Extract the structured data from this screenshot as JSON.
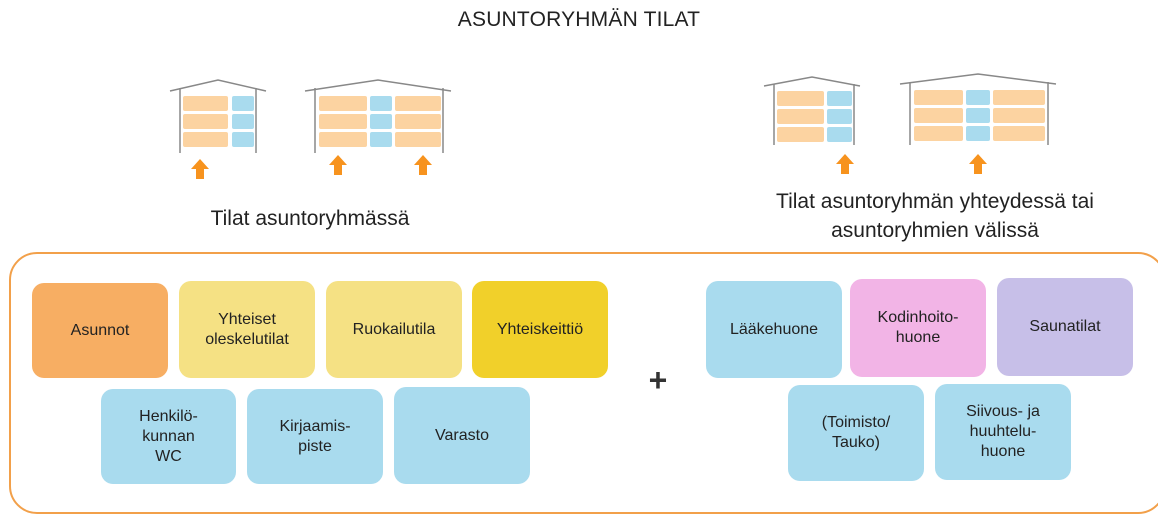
{
  "title": "ASUNTORYHMÄN TILAT",
  "captions": {
    "left": "Tilat asuntoryhmässä",
    "right_line1": "Tilat asuntoryhmän yhteydessä tai",
    "right_line2": "asuntoryhmien välissä"
  },
  "plus_sign": "+",
  "colors": {
    "apartment": "#fcd3a1",
    "common": "#a9dbee",
    "roof": "#888888",
    "arrow": "#f7931e",
    "frame": "#f2a04a"
  },
  "left_rooms": [
    {
      "label": "Asunnot",
      "color": "#f7ae63"
    },
    {
      "label": "Yhteiset oleskelutilat",
      "color": "#f5e184"
    },
    {
      "label": "Ruokailutila",
      "color": "#f5e184"
    },
    {
      "label": "Yhteiskeittiö",
      "color": "#f1d02a"
    },
    {
      "label": "Henkilö-kunnan WC",
      "color": "#a9dbee"
    },
    {
      "label": "Kirjaamis-piste",
      "color": "#a9dbee"
    },
    {
      "label": "Varasto",
      "color": "#a9dbee"
    }
  ],
  "right_rooms": [
    {
      "label": "Lääkehuone",
      "color": "#a9dbee"
    },
    {
      "label": "Kodinhoito-huone",
      "color": "#f2b4e6"
    },
    {
      "label": "Saunatilat",
      "color": "#c7bfe8"
    },
    {
      "label": "(Toimisto/ Tauko)",
      "color": "#a9dbee"
    },
    {
      "label": "Siivous- ja huuhtelu-huone",
      "color": "#a9dbee"
    }
  ],
  "left_texts": {
    "asunnot": "Asunnot",
    "yhteiset_1": "Yhteiset",
    "yhteiset_2": "oleskelutilat",
    "ruokailutila": "Ruokailutila",
    "yhteiskeittio": "Yhteiskeittiö",
    "henkilo_1": "Henkilö-",
    "henkilo_2": "kunnan",
    "henkilo_3": "WC",
    "kirjaamis_1": "Kirjaamis-",
    "kirjaamis_2": "piste",
    "varasto": "Varasto"
  },
  "right_texts": {
    "laakehuone": "Lääkehuone",
    "kodinhoito_1": "Kodinhoito-",
    "kodinhoito_2": "huone",
    "saunatilat": "Saunatilat",
    "toimisto_1": "(Toimisto/",
    "toimisto_2": "Tauko)",
    "siivous_1": "Siivous- ja",
    "siivous_2": "huuhtelu-",
    "siivous_3": "huone"
  }
}
